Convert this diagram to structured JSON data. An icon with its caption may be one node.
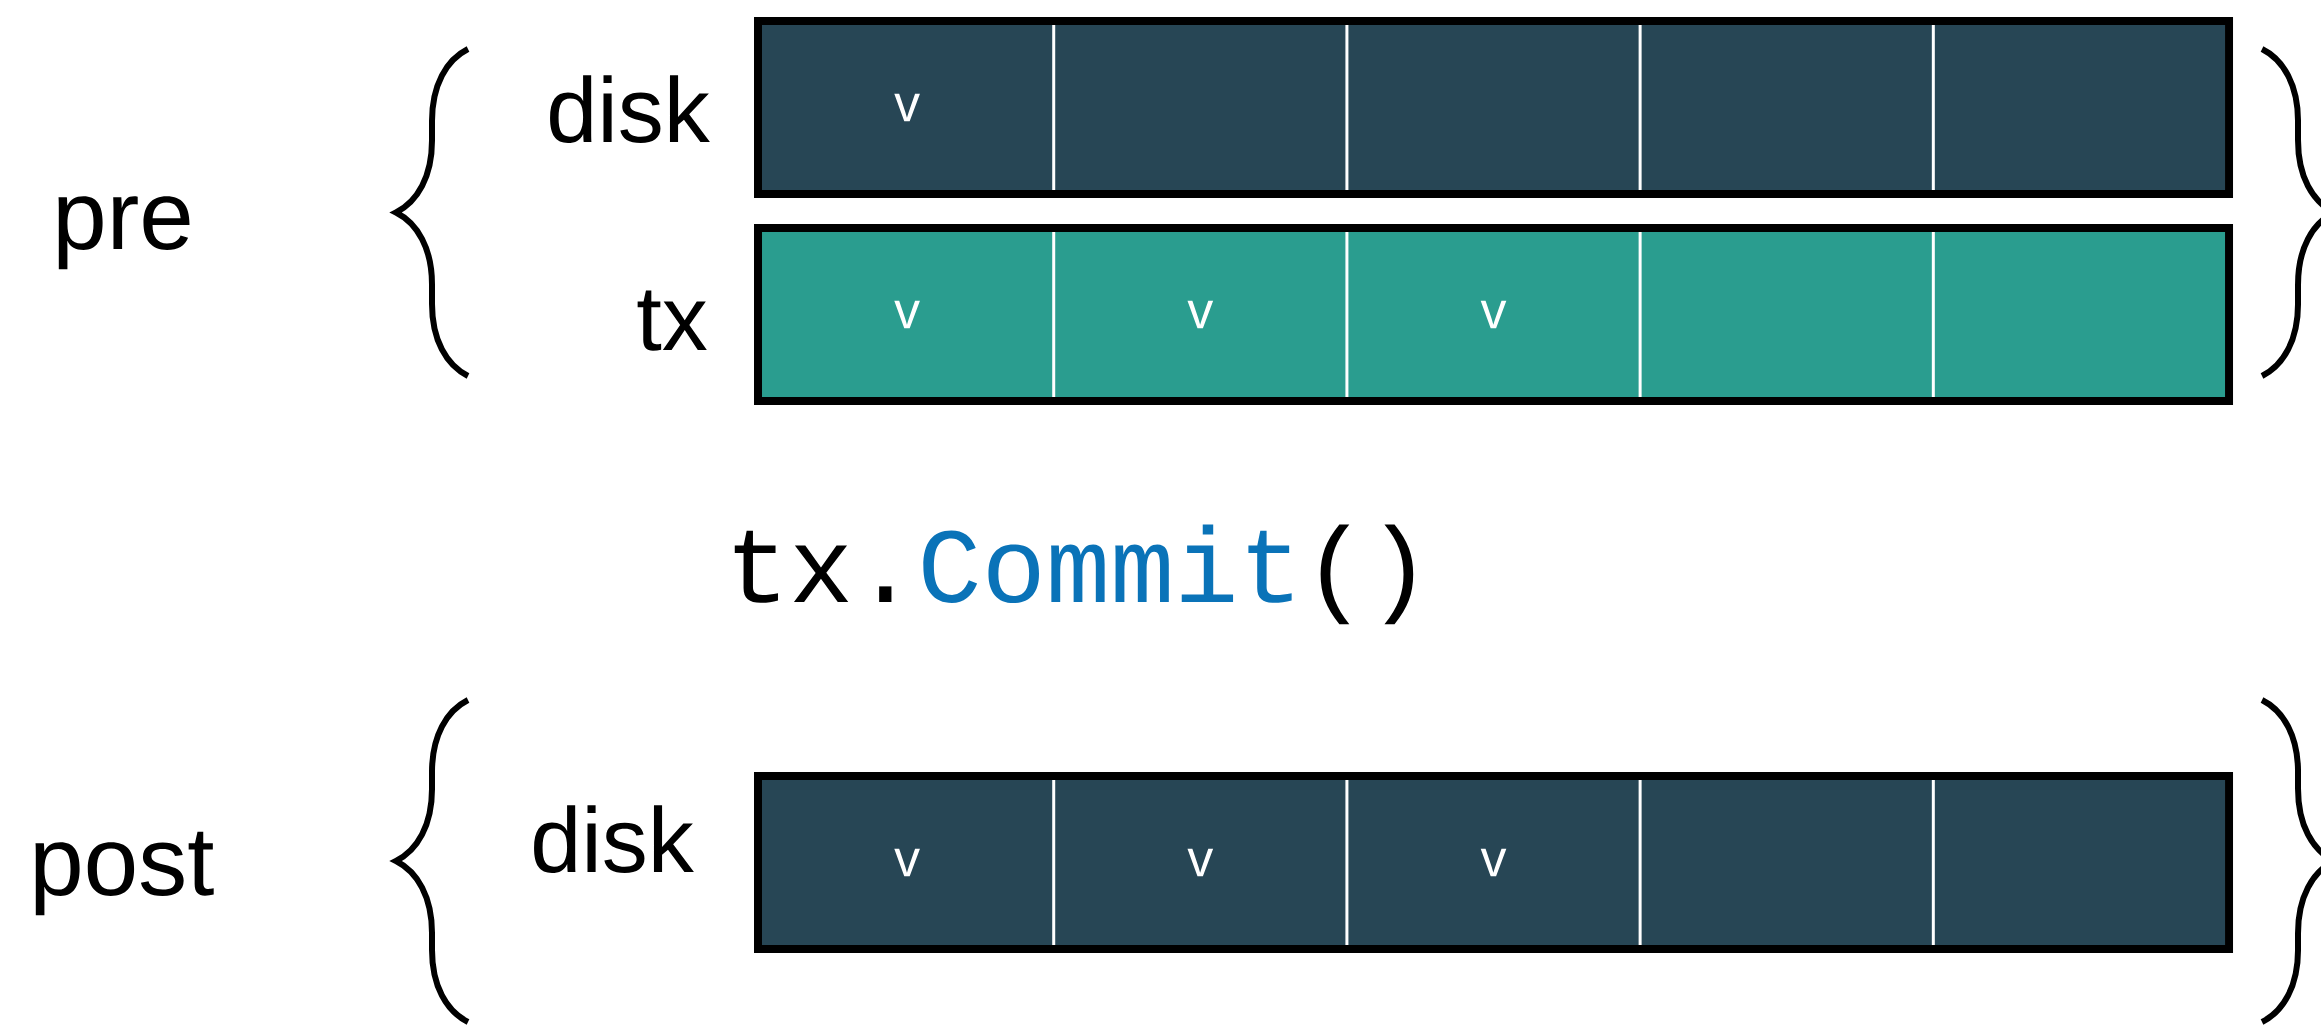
{
  "diagram": {
    "nodes": [
      {
        "text": [],
        "shape": "bar"
      },
      {
        "text": [
          "v"
        ],
        "in": 0
      },
      {
        "text": [],
        "shape": "box",
        "in": 0
      },
      {
        "text": [],
        "shape": "box",
        "in": 0
      },
      {
        "text": [],
        "shape": "box",
        "in": 0
      },
      {
        "text": [],
        "shape": "box",
        "in": 0
      },
      {
        "text": [],
        "shape": "bar"
      },
      {
        "text": [
          "v"
        ],
        "in": 6
      },
      {
        "text": [
          "v"
        ],
        "in": 6
      },
      {
        "text": [
          "v"
        ],
        "in": 6
      },
      {
        "text": [],
        "shape": "box",
        "in": 6
      },
      {
        "text": [],
        "shape": "box",
        "in": 6
      },
      {
        "text": [],
        "shape": "bar"
      },
      {
        "text": [
          "v"
        ],
        "in": 12
      },
      {
        "text": [
          "v"
        ],
        "in": 12
      },
      {
        "text": [
          "v"
        ],
        "in": 12
      },
      {
        "text": [],
        "shape": "box",
        "in": 12
      },
      {
        "text": [],
        "shape": "box",
        "in": 12
      }
    ],
    "labels": [
      "disk",
      "pre",
      "tx",
      "tx.",
      "Commit",
      "()",
      "post",
      "disk"
    ]
  }
}
